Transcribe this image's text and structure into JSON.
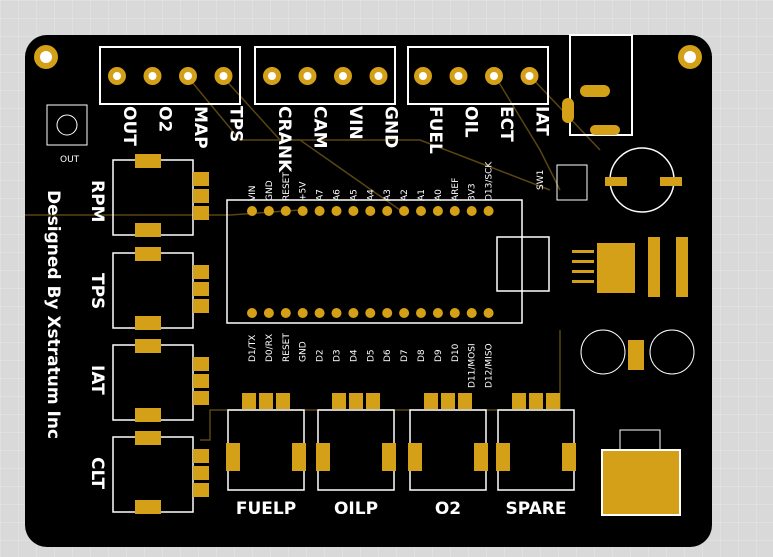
{
  "colors": {
    "board": "#000000",
    "pad": "#d4a017",
    "silk": "#ffffff",
    "trace": "#4a3a10",
    "background": "#d9d9d9"
  },
  "headers": [
    {
      "labels": [
        "OUT",
        "O2",
        "MAP",
        "TPS"
      ]
    },
    {
      "labels": [
        "CRANK",
        "CAM",
        "VIN",
        "GND"
      ]
    },
    {
      "labels": [
        "FUEL",
        "OIL",
        "ECT",
        "IAT"
      ]
    }
  ],
  "side_connectors": [
    "RPM",
    "TPS",
    "IAT",
    "CLT"
  ],
  "bottom_connectors": [
    "FUELP",
    "OILP",
    "O2",
    "SPARE"
  ],
  "nano_top_pins": [
    "VIN",
    "GND",
    "RESET",
    "+5V",
    "A7",
    "A6",
    "A5",
    "A4",
    "A3",
    "A2",
    "A1",
    "A0",
    "AREF",
    "3V3",
    "D13/SCK"
  ],
  "nano_bottom_pins": [
    "D1/TX",
    "D0/RX",
    "RESET",
    "GND",
    "D2",
    "D3",
    "D4",
    "D5",
    "D6",
    "D7",
    "D8",
    "D9",
    "D10",
    "D11/MOSI",
    "D12/MISO"
  ],
  "credit": "Designed By Xstratum Inc",
  "button_label": "OUT",
  "switch_label": "SW1"
}
